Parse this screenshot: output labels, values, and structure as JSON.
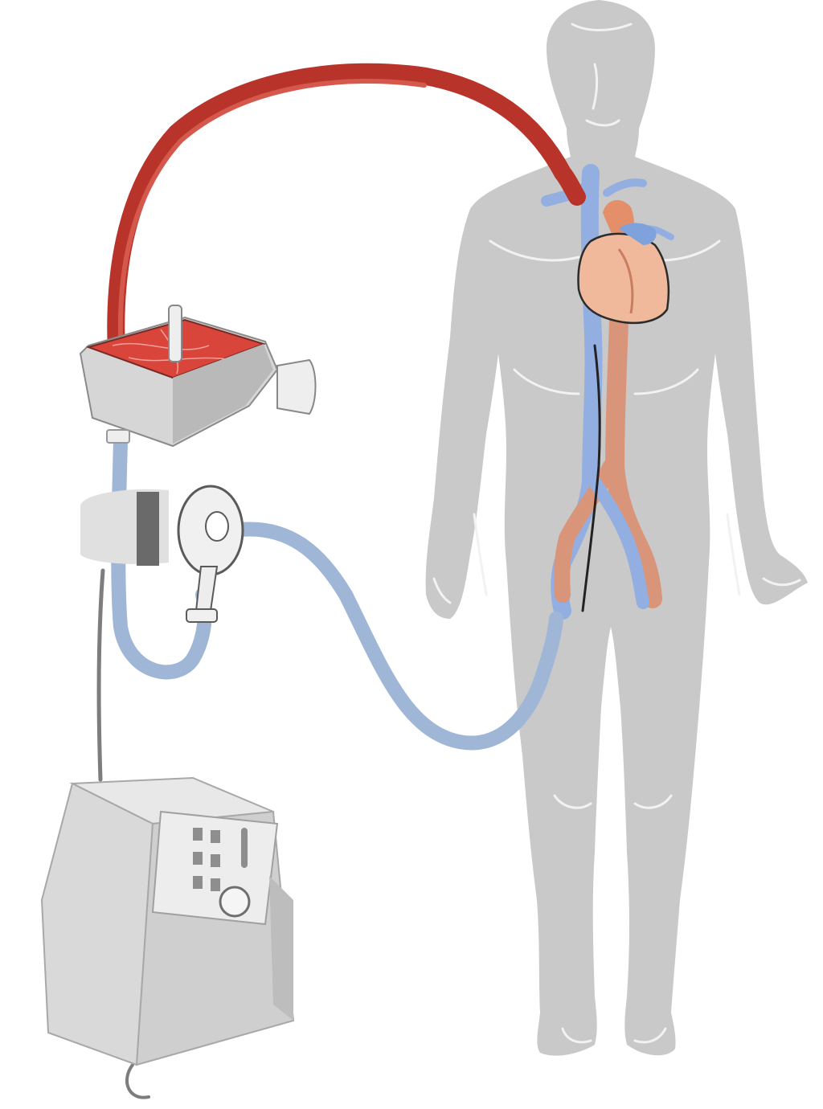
{
  "diagram": {
    "labels": [],
    "components": [
      {
        "name": "human-body",
        "kind": "figure"
      },
      {
        "name": "heart",
        "kind": "organ"
      },
      {
        "name": "oxygenator",
        "kind": "device"
      },
      {
        "name": "centrifugal-pump",
        "kind": "device"
      },
      {
        "name": "control-console",
        "kind": "device"
      },
      {
        "name": "arterial-return-line",
        "kind": "tubing"
      },
      {
        "name": "venous-drainage-line",
        "kind": "tubing"
      },
      {
        "name": "connector-line",
        "kind": "tubing"
      }
    ],
    "colors": {
      "background": "#ffffff",
      "body": "#c9c9c9",
      "body_lines": "#f2f2f2",
      "arterial_line": "#b8342a",
      "venous_line": "#9fb6d6",
      "artery": "#d9957a",
      "vein": "#93aee0",
      "heart": "#f0b99c",
      "device": "#d6d6d6",
      "device_dark": "#9b9b9b",
      "cable": "#7d7d7d"
    }
  }
}
